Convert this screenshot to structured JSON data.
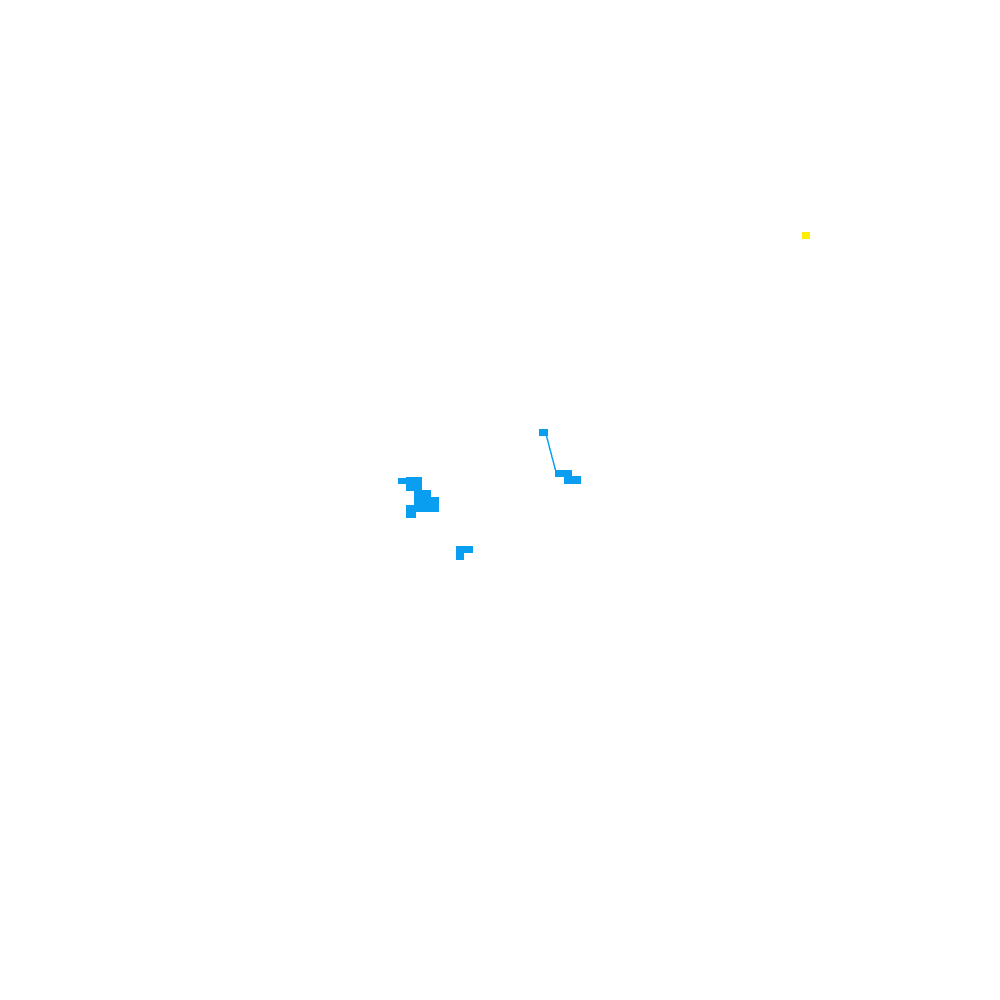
{
  "map": {
    "background": "#ffffff",
    "water_color": "#0a9ef0",
    "marker_color": "#ffee00",
    "marker_icon": "location-marker-icon",
    "features": [
      {
        "name": "water-body-west-cluster",
        "kind": "water-area"
      },
      {
        "name": "water-body-south-small",
        "kind": "water-area"
      },
      {
        "name": "water-body-east-cluster",
        "kind": "water-area"
      },
      {
        "name": "river-segment",
        "kind": "waterway"
      }
    ]
  }
}
